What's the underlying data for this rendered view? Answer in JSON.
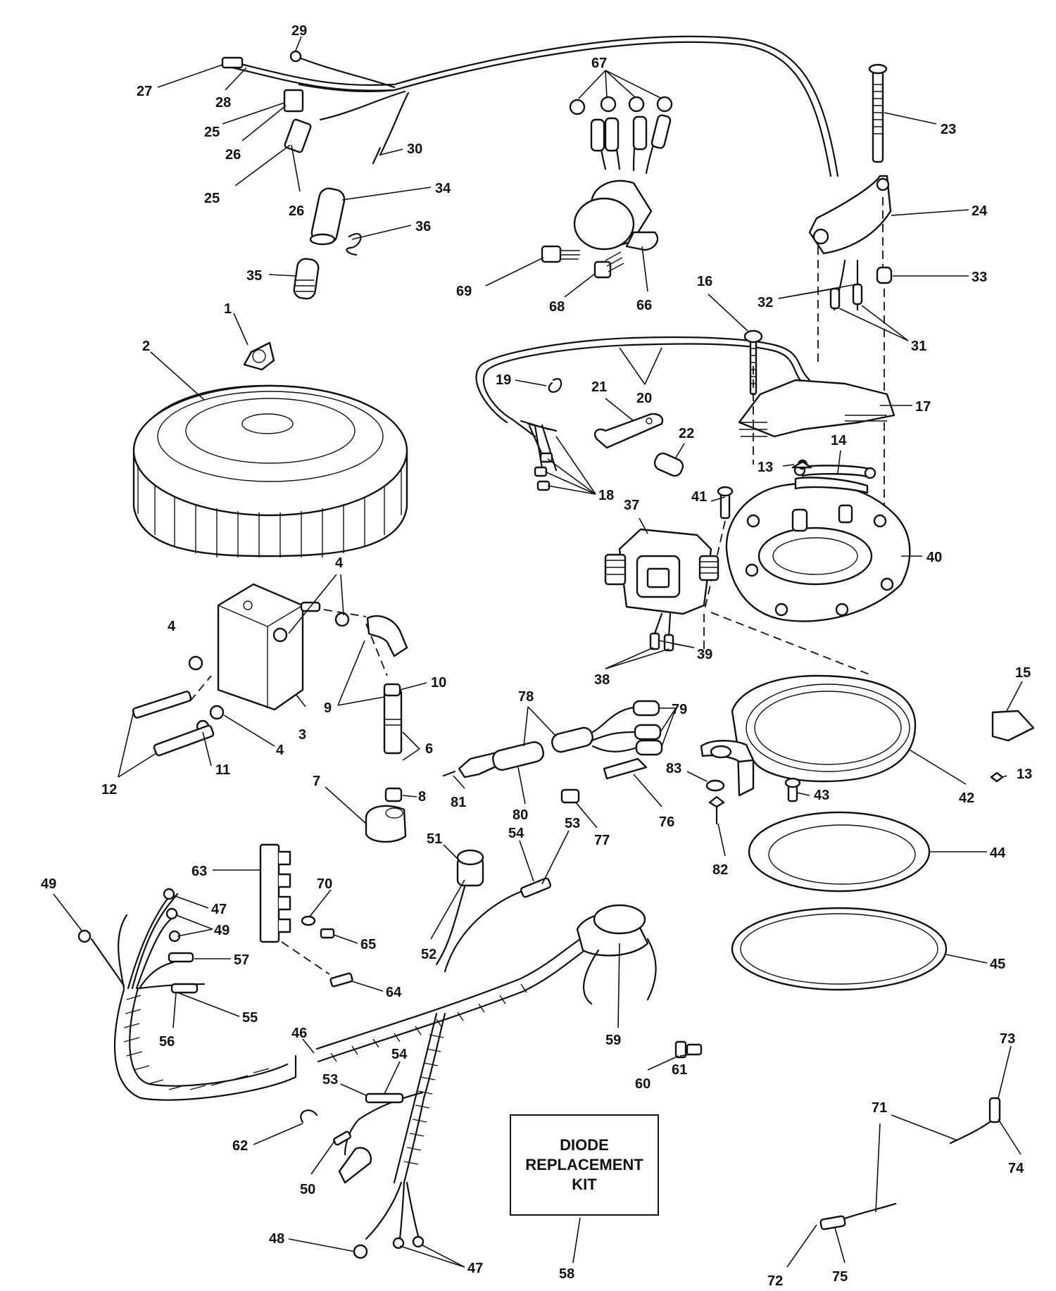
{
  "diagram": {
    "type": "exploded-parts-diagram",
    "callouts": [
      "1",
      "2",
      "3",
      "4",
      "6",
      "7",
      "8",
      "9",
      "10",
      "11",
      "12",
      "13",
      "14",
      "15",
      "16",
      "17",
      "18",
      "19",
      "20",
      "21",
      "22",
      "23",
      "24",
      "25",
      "26",
      "27",
      "28",
      "29",
      "30",
      "31",
      "32",
      "33",
      "34",
      "35",
      "36",
      "37",
      "38",
      "39",
      "40",
      "41",
      "42",
      "43",
      "44",
      "45",
      "46",
      "47",
      "48",
      "49",
      "50",
      "51",
      "52",
      "53",
      "54",
      "55",
      "56",
      "57",
      "58",
      "59",
      "60",
      "61",
      "62",
      "63",
      "64",
      "65",
      "66",
      "67",
      "68",
      "69",
      "70",
      "71",
      "72",
      "73",
      "74",
      "75",
      "76",
      "77",
      "78",
      "79",
      "80",
      "81",
      "82",
      "83"
    ],
    "kit_box": {
      "line1": "DIODE",
      "line2": "REPLACEMENT",
      "line3": "KIT"
    }
  }
}
